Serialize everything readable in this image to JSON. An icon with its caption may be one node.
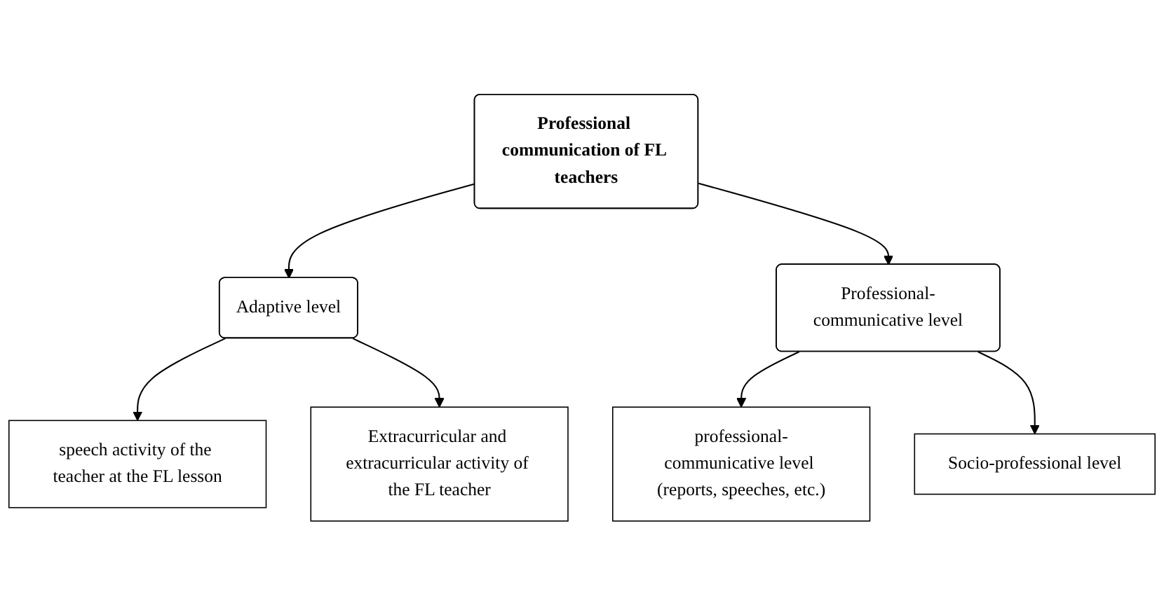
{
  "diagram": {
    "nodes": [
      {
        "text": [
          "Professional communication of FL teachers"
        ]
      },
      {
        "text": [
          "Adaptive level"
        ]
      },
      {
        "text": [
          "Professional-communicative level"
        ]
      },
      {
        "text": [
          "speech activity of the teacher at the FL lesson"
        ]
      },
      {
        "text": [
          "Extracurricular and extracurricular activity of the FL teacher"
        ]
      },
      {
        "text": [
          "professional-communicative level (reports, speeches, etc.)"
        ]
      },
      {
        "text": [
          "Socio-professional level"
        ]
      }
    ],
    "edges": [
      {
        "from": 0,
        "to": 1,
        "arrow": "to"
      },
      {
        "from": 0,
        "to": 2,
        "arrow": "to"
      },
      {
        "from": 1,
        "to": 3,
        "arrow": "to"
      },
      {
        "from": 1,
        "to": 4,
        "arrow": "to"
      },
      {
        "from": 2,
        "to": 5,
        "arrow": "to"
      },
      {
        "from": 2,
        "to": 6,
        "arrow": "to"
      }
    ]
  }
}
